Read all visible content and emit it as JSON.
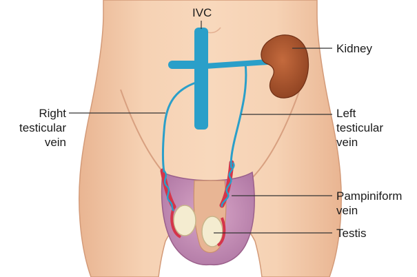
{
  "labels": {
    "ivc": "IVC",
    "kidney": "Kidney",
    "right_testicular_vein": [
      "Right",
      "testicular",
      "vein"
    ],
    "left_testicular_vein": [
      "Left",
      "testicular",
      "vein"
    ],
    "pampiniform_vein": [
      "Pampiniform",
      "vein"
    ],
    "testis": "Testis"
  },
  "colors": {
    "skin": "#f3c9a8",
    "skin_shadow": "#dba07d",
    "vein": "#2a9fc9",
    "kidney": "#a5532c",
    "scrotum": "#c792b8",
    "testis": "#f4ecd0",
    "spermatic_cord": "#d4354a",
    "leader_line": "#333333"
  }
}
